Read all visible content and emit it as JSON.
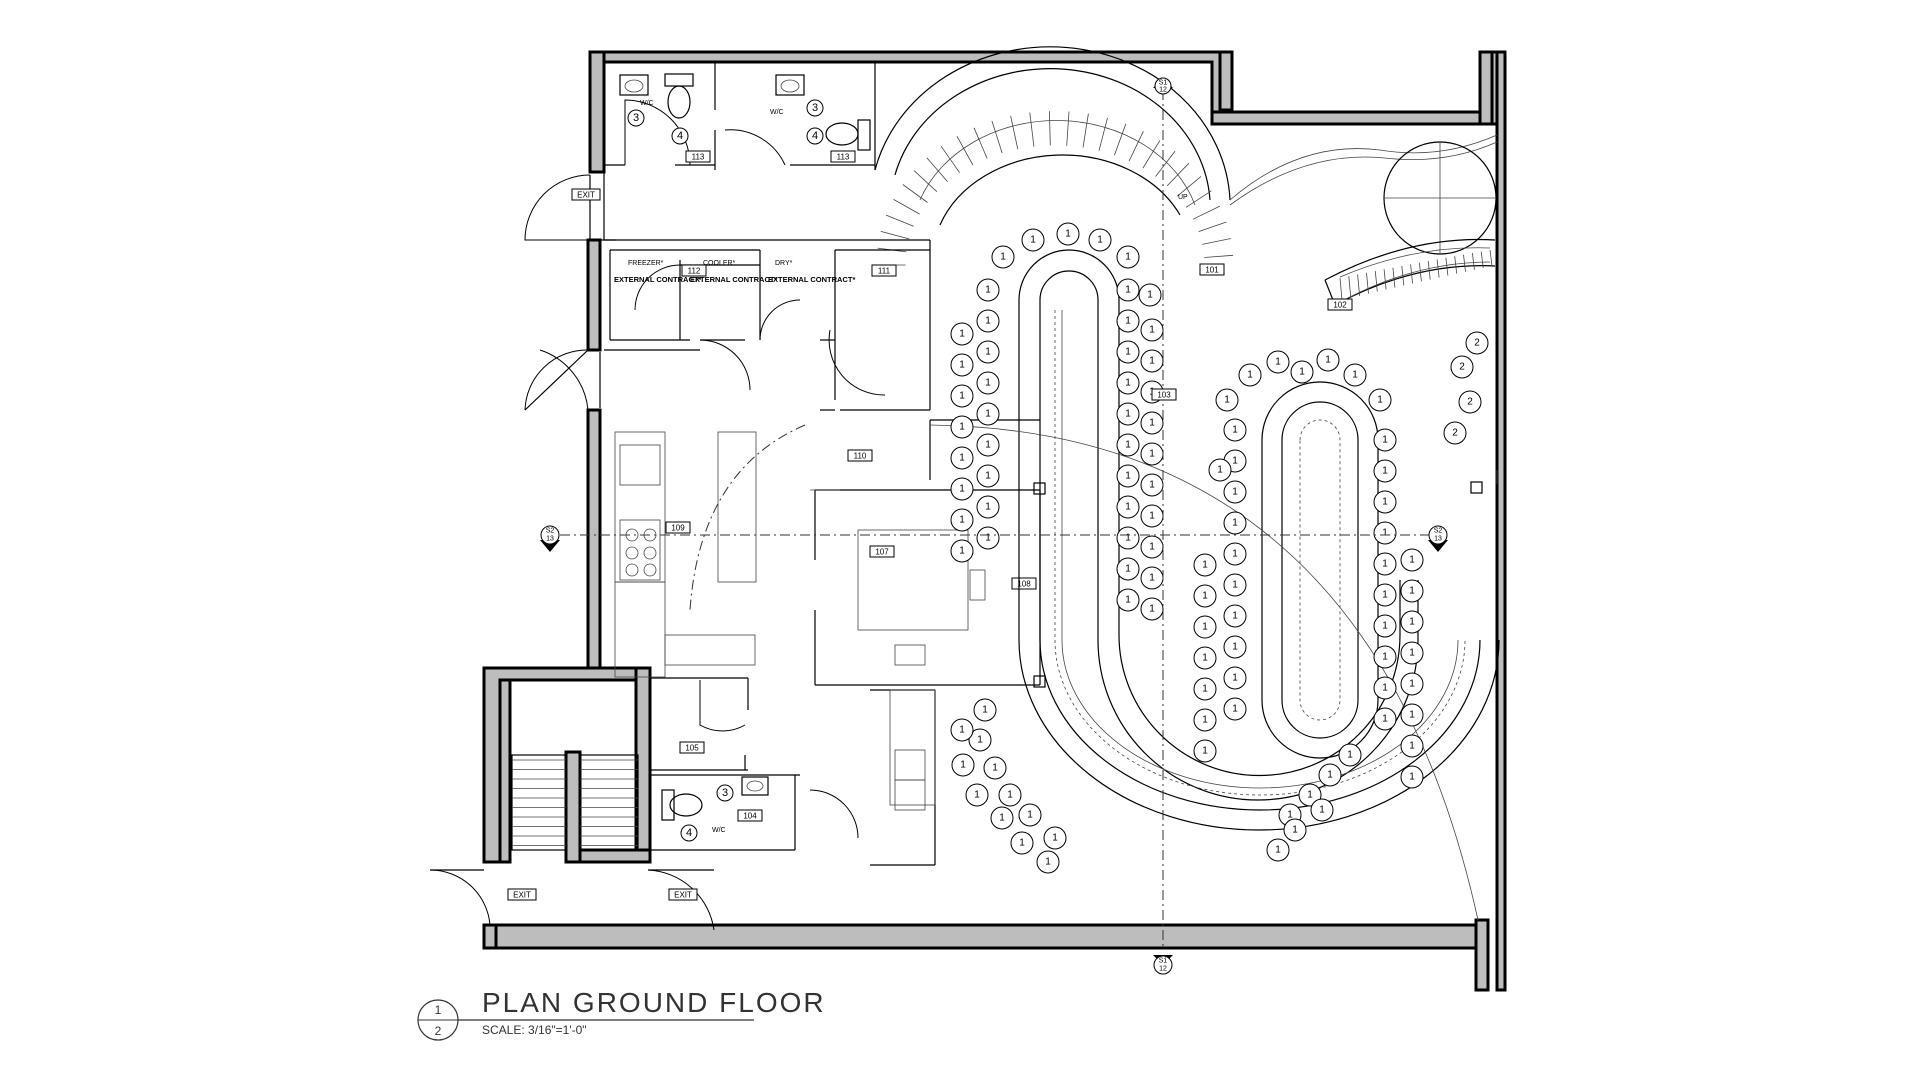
{
  "title_block": {
    "title": "PLAN GROUND FLOOR",
    "scale": "SCALE: 3/16\"=1'-0\"",
    "detail_number": "1",
    "sheet_number": "2"
  },
  "rooms": {
    "r101": "101",
    "r102": "102",
    "r103": "103",
    "r104": "104",
    "r105": "105",
    "r107": "107",
    "r108": "108",
    "r109": "109",
    "r110": "110",
    "r111": "111",
    "r112": "112",
    "r113a": "113",
    "r113b": "113"
  },
  "exits": {
    "exit_top": "EXIT",
    "exit_bottom_left": "EXIT",
    "exit_bottom_mid": "EXIT"
  },
  "labels": {
    "wc_1": "W/C",
    "wc_2": "W/C",
    "wc_3": "W/C",
    "freezer": "FREEZER*",
    "cooler": "COOLER*",
    "dry": "DRY*",
    "ext1": "EXTERNAL CONTRACT*",
    "ext2": "EXTERNAL CONTRACT*",
    "ext3": "EXTERNAL CONTRACT*",
    "up": "UP"
  },
  "section_markers": {
    "top": {
      "num": "S1",
      "sheet": "12"
    },
    "bottom": {
      "num": "S1",
      "sheet": "12"
    },
    "left": {
      "num": "S2",
      "sheet": "13"
    },
    "right": {
      "num": "S2",
      "sheet": "13"
    }
  },
  "fixture_tags": {
    "t3a": "3",
    "t4a": "4",
    "t3b": "3",
    "t4b": "4",
    "t3c": "3",
    "t4c": "4"
  },
  "seat_tag_1": "1",
  "seat_tag_2": "2"
}
